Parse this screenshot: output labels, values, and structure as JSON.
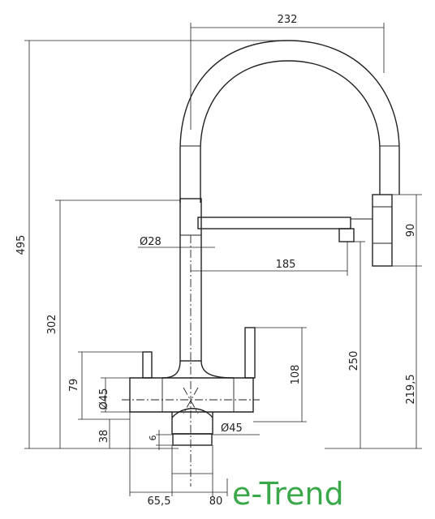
{
  "drawing": {
    "dimensions": {
      "width_top": "232",
      "height_total": "495",
      "spout_height": "302",
      "spout_diameter": "Ø28",
      "reach": "185",
      "head_length": "90",
      "outlet_height": "250",
      "body_outlet_height": "219,5",
      "handle_left_height": "79",
      "handle_right_height": "108",
      "body_diameter_left": "Ø45",
      "body_diameter_bottom": "Ø45",
      "base_height": "38",
      "shank_offset": "6",
      "base_left": "65,5",
      "base_right": "80"
    }
  },
  "brand": {
    "name": "e-Trend",
    "color": "#3aa84a"
  }
}
